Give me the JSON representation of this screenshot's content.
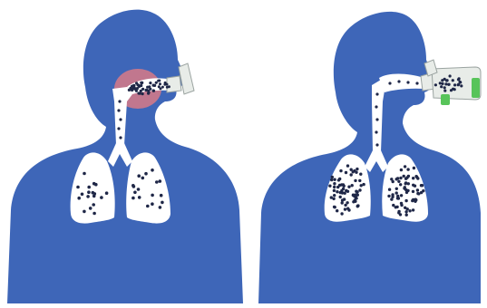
{
  "colors": {
    "background": "#ffffff",
    "silhouette": "#3e66b8",
    "airway": "#ffffff",
    "particle": "#1f2747",
    "throat_deposit": "#d87a86",
    "inhaler_body": "#e8ece8",
    "inhaler_outline": "#9aa3a0",
    "spacer_accent": "#58c45a"
  },
  "icons": {
    "left_device": "metered-dose-inhaler-icon",
    "right_device": "inhaler-with-spacer-icon"
  },
  "panels": [
    {
      "id": "without-spacer",
      "deposition": "oropharynx-heavy",
      "lung_particle_level": "low",
      "throat_particle_level": "high"
    },
    {
      "id": "with-spacer",
      "deposition": "lung-heavy",
      "lung_particle_level": "high",
      "throat_particle_level": "low"
    }
  ]
}
